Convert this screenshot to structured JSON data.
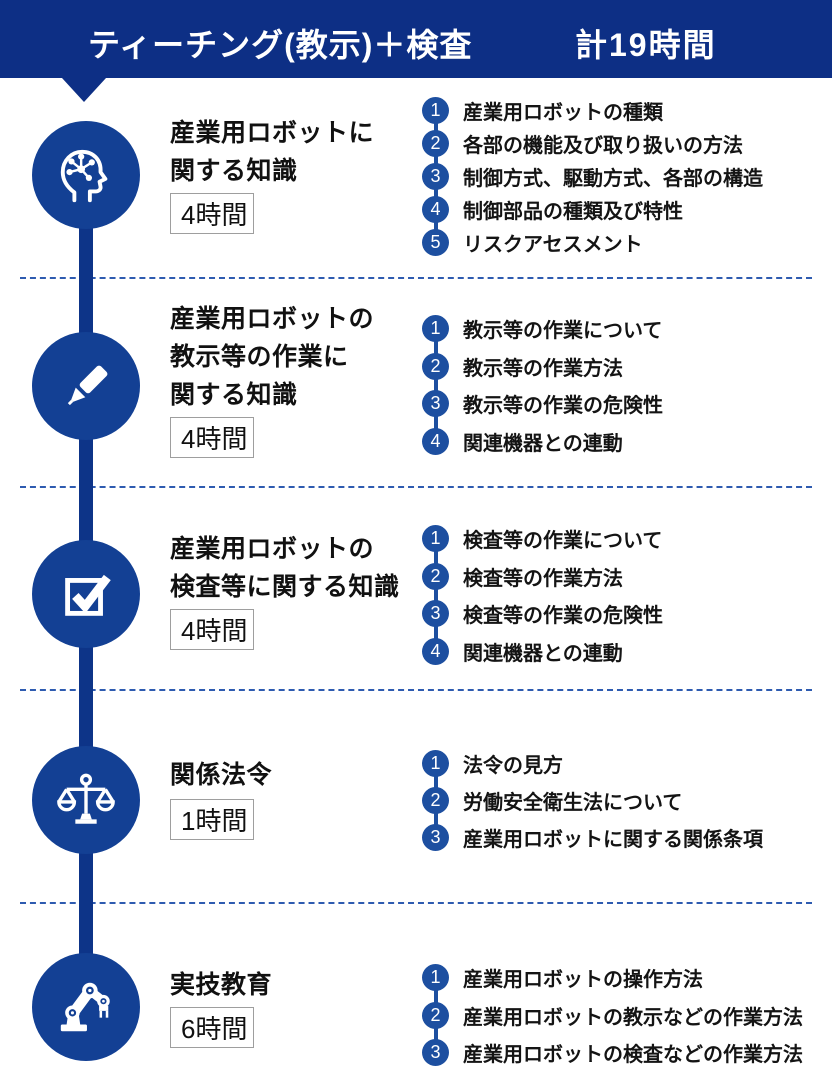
{
  "header": {
    "title": "ティーチング(教示)＋検査",
    "total": "計19時間"
  },
  "colors": {
    "primary_navy": "#0d2f85",
    "circle_blue": "#134094",
    "number_blue": "#1d4fa0",
    "dashed_line_blue": "#2e5bb0",
    "text_black": "#141414",
    "hours_border_gray": "#9e9e9e"
  },
  "sections": [
    {
      "icon": "brain-network-icon",
      "title_lines": [
        "産業用ロボットに",
        "関する知識"
      ],
      "hours": "4時間",
      "items": [
        {
          "no": "1",
          "text": "産業用ロボットの種類"
        },
        {
          "no": "2",
          "text": "各部の機能及び取り扱いの方法"
        },
        {
          "no": "3",
          "text": "制御方式、駆動方式、各部の構造"
        },
        {
          "no": "4",
          "text": "制御部品の種類及び特性"
        },
        {
          "no": "5",
          "text": "リスクアセスメント"
        }
      ]
    },
    {
      "icon": "pen-icon",
      "title_lines": [
        "産業用ロボットの",
        "教示等の作業に",
        "関する知識"
      ],
      "hours": "4時間",
      "items": [
        {
          "no": "1",
          "text": "教示等の作業について"
        },
        {
          "no": "2",
          "text": "教示等の作業方法"
        },
        {
          "no": "3",
          "text": "教示等の作業の危険性"
        },
        {
          "no": "4",
          "text": "関連機器との連動"
        }
      ]
    },
    {
      "icon": "checkbox-check-icon",
      "title_lines": [
        "産業用ロボットの",
        "検査等に関する知識"
      ],
      "hours": "4時間",
      "items": [
        {
          "no": "1",
          "text": "検査等の作業について"
        },
        {
          "no": "2",
          "text": "検査等の作業方法"
        },
        {
          "no": "3",
          "text": "検査等の作業の危険性"
        },
        {
          "no": "4",
          "text": "関連機器との連動"
        }
      ]
    },
    {
      "icon": "scales-icon",
      "title_lines": [
        "関係法令"
      ],
      "hours": "1時間",
      "items": [
        {
          "no": "1",
          "text": "法令の見方"
        },
        {
          "no": "2",
          "text": "労働安全衛生法について"
        },
        {
          "no": "3",
          "text": "産業用ロボットに関する関係条項"
        }
      ]
    },
    {
      "icon": "robot-arm-icon",
      "title_lines": [
        "実技教育"
      ],
      "hours": "6時間",
      "items": [
        {
          "no": "1",
          "text": "産業用ロボットの操作方法"
        },
        {
          "no": "2",
          "text": "産業用ロボットの教示などの作業方法"
        },
        {
          "no": "3",
          "text": "産業用ロボットの検査などの作業方法"
        }
      ]
    }
  ]
}
